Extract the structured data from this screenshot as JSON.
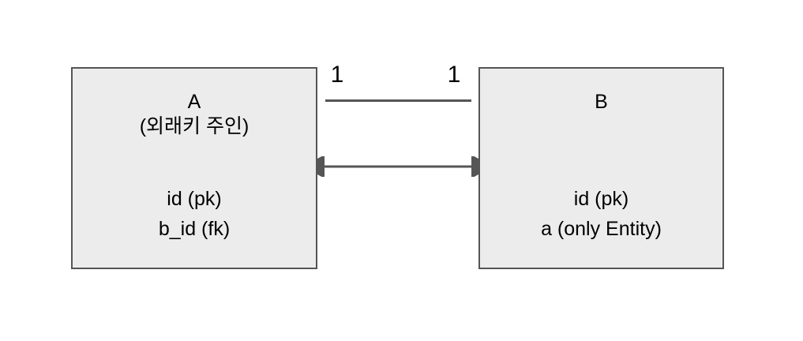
{
  "diagram": {
    "type": "entity-relationship",
    "background_color": "#ffffff",
    "box_fill_color": "#ececec",
    "box_border_color": "#555555",
    "line_color": "#555555",
    "text_color": "#000000",
    "entities": [
      {
        "id": "a",
        "title": "A",
        "subtitle": "(외래키 주인)",
        "fields": [
          "id (pk)",
          "b_id (fk)"
        ]
      },
      {
        "id": "b",
        "title": "B",
        "subtitle": "",
        "fields": [
          "id (pk)",
          "a (only Entity)"
        ]
      }
    ],
    "relationship": {
      "cardinality_left": "1",
      "cardinality_right": "1",
      "connector_style": "plain-line",
      "arrow_style": "double-headed-arrow",
      "arrow_direction": "bidirectional"
    }
  }
}
